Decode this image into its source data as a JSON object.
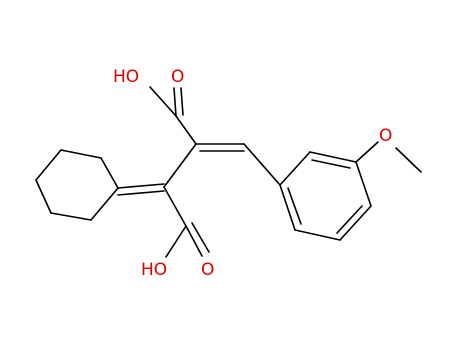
{
  "molecule": {
    "atom_labels": {
      "acid_top_oh": "HO",
      "acid_top_o": "O",
      "acid_bottom_oh": "HO",
      "acid_bottom_o": "O",
      "methoxy_o": "O"
    },
    "colors": {
      "bond": "#000000",
      "heteroatom": "#e00000",
      "background": "#ffffff"
    }
  }
}
